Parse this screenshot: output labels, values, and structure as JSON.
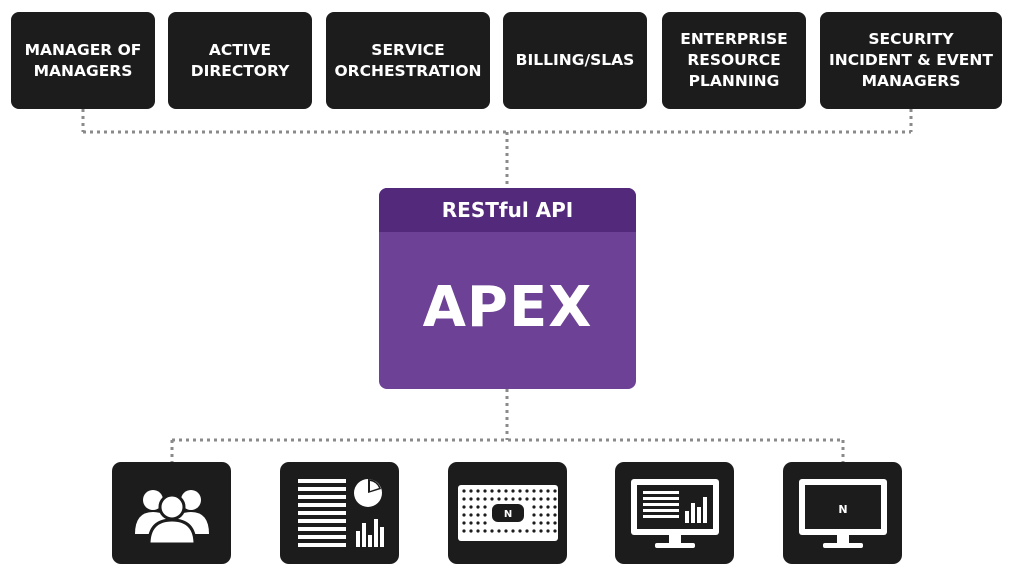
{
  "top_systems": [
    {
      "label": "MANAGER OF\nMANAGERS"
    },
    {
      "label": "ACTIVE\nDIRECTORY"
    },
    {
      "label": "SERVICE\nORCHESTRATION"
    },
    {
      "label": "BILLING/SLAS"
    },
    {
      "label": "ENTERPRISE\nRESOURCE\nPLANNING"
    },
    {
      "label": "SECURITY\nINCIDENT & EVENT\nMANAGERS"
    }
  ],
  "apex": {
    "header": "RESTful API",
    "title": "APEX"
  },
  "bottom_icons": [
    {
      "icon": "users-group-icon"
    },
    {
      "icon": "report-document-icon"
    },
    {
      "icon": "appliance-hardware-icon"
    },
    {
      "icon": "monitor-chart-icon"
    },
    {
      "icon": "monitor-logo-icon"
    }
  ],
  "colors": {
    "box_dark": "#1c1c1c",
    "apex_purple": "#6d4196",
    "apex_header_purple": "#53297b",
    "connector_gray": "#8a8a8a"
  },
  "logo_glyph": "N"
}
